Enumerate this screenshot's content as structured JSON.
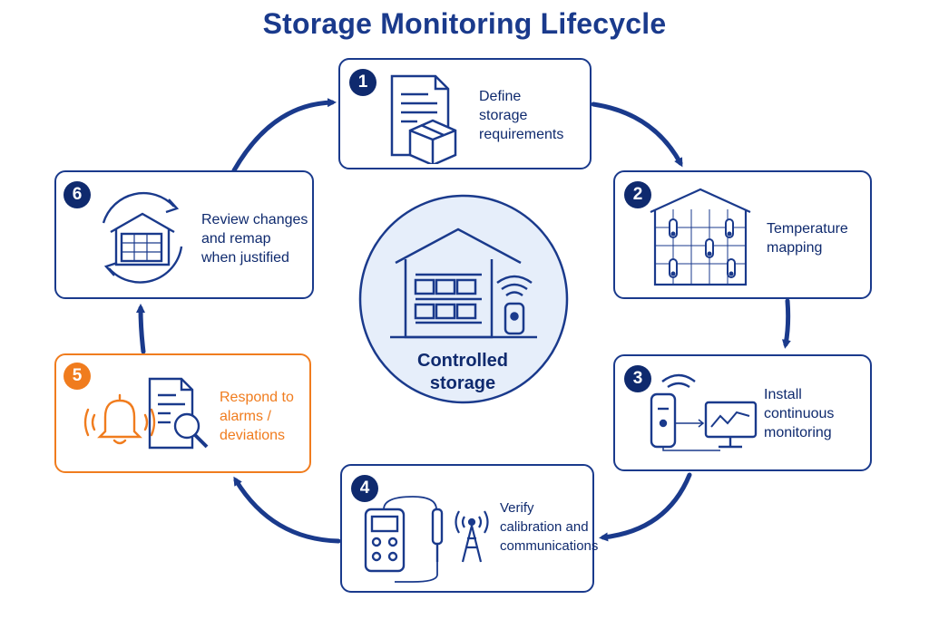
{
  "title": "Storage Monitoring Lifecycle",
  "center": {
    "label": "Controlled\nstorage"
  },
  "steps": [
    {
      "number": "1",
      "label": "Define\nstorage\nrequirements"
    },
    {
      "number": "2",
      "label": "Temperature\nmapping"
    },
    {
      "number": "3",
      "label": "Install\ncontinuous\nmonitoring"
    },
    {
      "number": "4",
      "label": "Verify\ncalibration and\ncommunications"
    },
    {
      "number": "5",
      "label": "Respond to\nalarms /\ndeviations"
    },
    {
      "number": "6",
      "label": "Review changes\nand remap\nwhen justified"
    }
  ],
  "colors": {
    "primary": "#1a3a8c",
    "badge": "#0f2a6e",
    "accent": "#f07c1e",
    "hub_fill": "#e6eefa"
  },
  "icons": {
    "step1": [
      "document-icon",
      "box-icon"
    ],
    "step2": [
      "warehouse-thermometer-grid-icon"
    ],
    "step3": [
      "wireless-sensor-icon",
      "monitor-chart-icon"
    ],
    "step4": [
      "data-logger-icon",
      "probe-icon",
      "antenna-tower-icon"
    ],
    "step5": [
      "alarm-bell-icon",
      "document-magnifier-icon"
    ],
    "step6": [
      "warehouse-refresh-icon"
    ],
    "center": [
      "warehouse-icon",
      "wireless-sensor-icon"
    ]
  }
}
